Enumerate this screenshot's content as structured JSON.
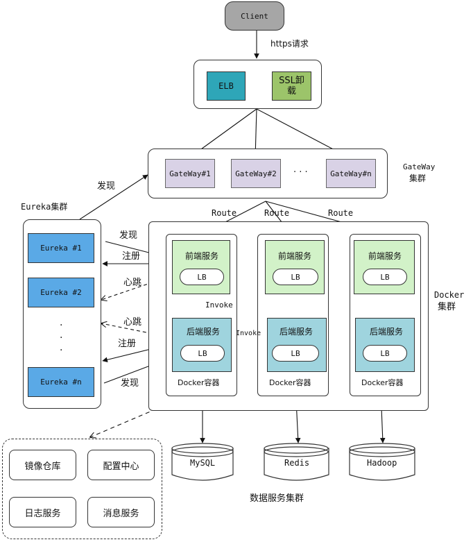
{
  "client": "Client",
  "https_label": "https请求",
  "elb": "ELB",
  "ssl": "SSL卸载",
  "gateways": [
    "GateWay#1",
    "GateWay#2",
    "GateWay#n"
  ],
  "gateway_dots": "· · ·",
  "gateway_cluster": [
    "GateWay",
    "集群"
  ],
  "eureka_cluster": "Eureka集群",
  "eureka_nodes": [
    "Eureka #1",
    "Eureka #2",
    "Eureka #n"
  ],
  "discover": "发现",
  "register": "注册",
  "heartbeat": "心跳",
  "route": "Route",
  "invoke": "Invoke",
  "frontend": "前端服务",
  "backend": "后端服务",
  "lb": "LB",
  "docker_container": "Docker容器",
  "docker_cluster": [
    "Docker",
    "集群"
  ],
  "databases": [
    "MySQL",
    "Redis",
    "Hadoop"
  ],
  "data_cluster": "数据服务集群",
  "services": [
    "镜像仓库",
    "配置中心",
    "日志服务",
    "消息服务"
  ],
  "colors": {
    "client": "#a6a6a6",
    "elb": "#2ea6b8",
    "ssl": "#9cc46a",
    "gateway": "#d9d2e6",
    "eureka": "#5aa9e6",
    "frontend": "#d2f2c8",
    "backend": "#9fd4de"
  }
}
